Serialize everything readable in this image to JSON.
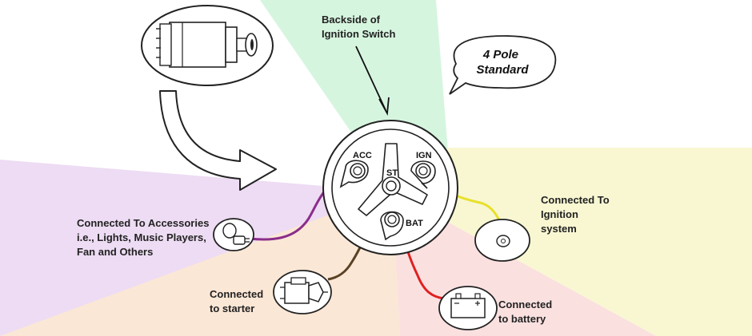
{
  "labels": {
    "backside": [
      "Backside of",
      "Ignition Switch"
    ],
    "callout": [
      "4 Pole",
      "Standard"
    ],
    "accessories": [
      "Connected To Accessories",
      "i.e., Lights, Music Players,",
      "Fan and Others"
    ],
    "ignition": [
      "Connected To",
      "Ignition",
      "system"
    ],
    "starter": [
      "Connected",
      "to starter"
    ],
    "battery": [
      "Connected",
      "to battery"
    ]
  },
  "terminals": {
    "acc": "ACC",
    "ign": "IGN",
    "st": "ST",
    "bat": "BAT"
  },
  "wires": {
    "acc": "#8b2d8b",
    "ign": "#e8e02a",
    "st": "#5a4226",
    "bat": "#e02020"
  },
  "sectors": {
    "green": "#d6f5df",
    "yellow": "#f8f7d2",
    "purple": "#eddcf3",
    "peach": "#fbe7d6",
    "pink": "#fbe0e0"
  },
  "icons": {
    "switch_side": "ignition-switch-side-icon",
    "accessory": "headlight-icon",
    "starter": "starter-motor-icon",
    "battery": "battery-icon",
    "coil": "ignition-coil-icon"
  }
}
